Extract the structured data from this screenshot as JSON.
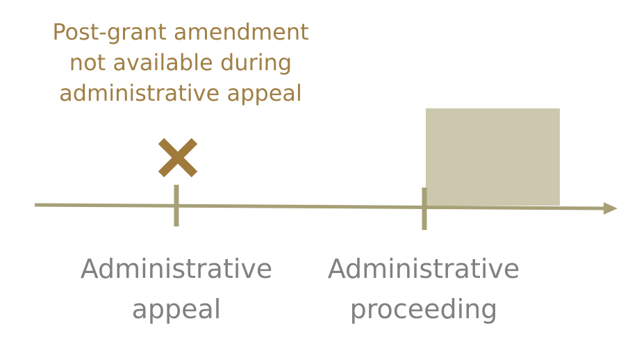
{
  "annotation": {
    "lines": [
      "Post-grant amendment",
      "not available during",
      "administrative appeal"
    ],
    "color": "#a07f45",
    "marker_icon": "cross-icon"
  },
  "timeline": {
    "line_color": "#a6a077",
    "box_color": "#cbc8ae",
    "events": [
      {
        "lines": [
          "Administrative",
          "appeal"
        ]
      },
      {
        "lines": [
          "Administrative",
          "proceeding"
        ]
      }
    ],
    "label_color": "#808080"
  }
}
